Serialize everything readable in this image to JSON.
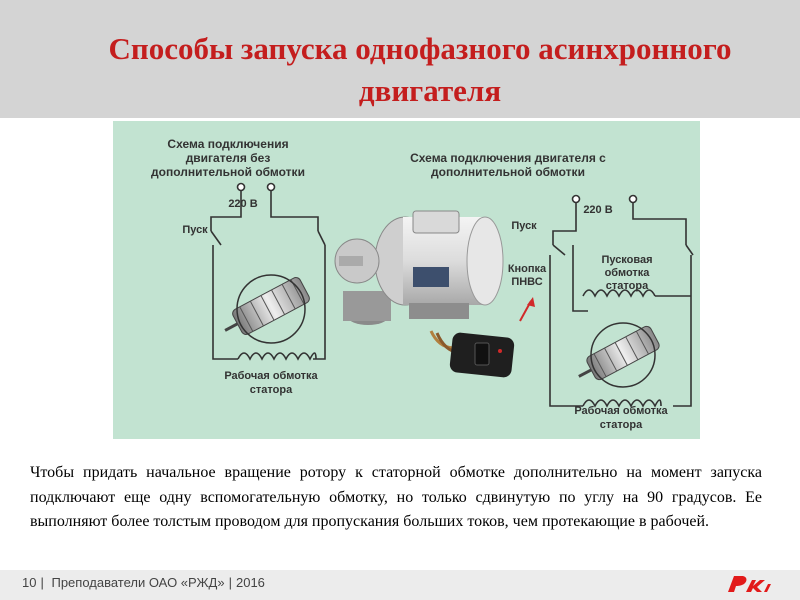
{
  "slide": {
    "title_line1": "Способы запуска однофазного асинхронного",
    "title_line2": "двигателя",
    "paragraph": "Чтобы придать начальное вращение ротору к статорной обмотке дополнительно на момент запуска подключают еще одну вспомогательную обмотку, но только сдвинутую по углу на 90 градусов. Ее выполняют более толстым проводом для пропускания больших токов, чем протекающие в рабочей."
  },
  "diagram": {
    "left_title_l1": "Схема подключения",
    "left_title_l2": "двигателя без",
    "left_title_l3": "дополнительной обмотки",
    "left_voltage": "220 В",
    "left_start": "Пуск",
    "left_winding_l1": "Рабочая обмотка",
    "left_winding_l2": "статора",
    "right_title_l1": "Схема подключения двигателя с",
    "right_title_l2": "дополнительной обмотки",
    "right_voltage": "220 В",
    "right_start": "Пуск",
    "button_l1": "Кнопка",
    "button_l2": "ПНВС",
    "start_winding_l1": "Пусковая",
    "start_winding_l2": "обмотка",
    "start_winding_l3": "статора",
    "right_winding_l1": "Рабочая обмотка",
    "right_winding_l2": "статора"
  },
  "footer": {
    "page_number": "10",
    "separator": "|",
    "org": "Преподаватели ОАО «РЖД»",
    "separator2": "|",
    "year": "2016"
  },
  "colors": {
    "title": "#c41e1e",
    "header_bg": "#d4d4d4",
    "diagram_bg": "#c2e3d1",
    "logo": "#e21a1a"
  },
  "icons": {
    "logo": "rzd-logo-icon"
  }
}
